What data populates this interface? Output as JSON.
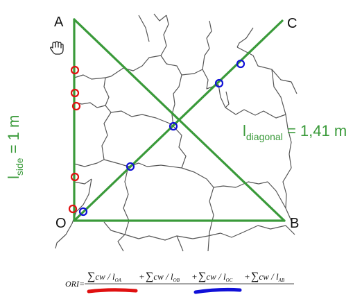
{
  "points": {
    "A": "A",
    "B": "B",
    "C": "C",
    "O": "O"
  },
  "side_label": {
    "main": "l",
    "sub": "side",
    "value": " = 1 m"
  },
  "diagonal_label": {
    "main": "l",
    "sub": "diagonal",
    "value": " = 1,41 m"
  },
  "formula": {
    "lhs": "ORI=",
    "terms": [
      {
        "sum": "∑",
        "text": "cw / l",
        "sub": "OA"
      },
      {
        "sum": "∑",
        "text": "cw / l",
        "sub": "OB"
      },
      {
        "sum": "∑",
        "text": "cw / l",
        "sub": "OC"
      },
      {
        "sum": "∑",
        "text": "cw / l",
        "sub": "AB"
      }
    ],
    "plus": "+"
  },
  "colors": {
    "line_green": "#3a9a3a",
    "crack_gray": "#555555",
    "marker_red": "#e01010",
    "marker_blue": "#1010d8"
  },
  "icons": {
    "hand": "hand-cursor-icon"
  }
}
